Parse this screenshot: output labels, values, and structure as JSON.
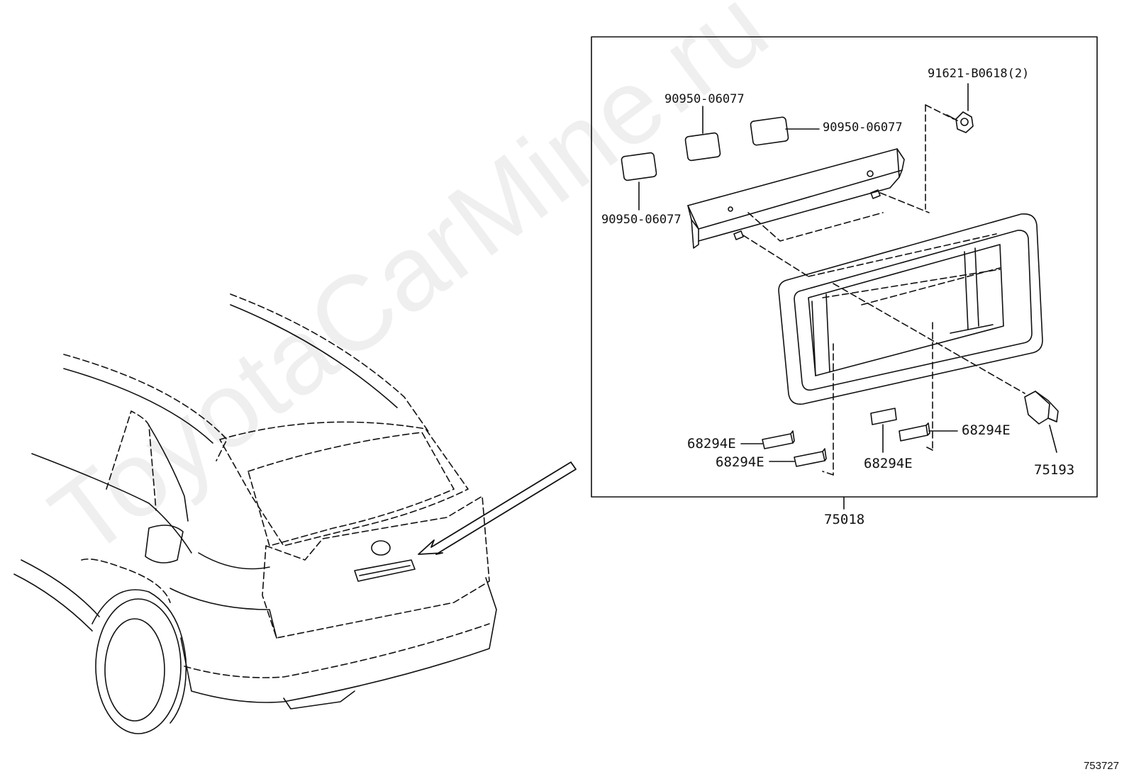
{
  "watermark": "ToyotaCarMine.ru",
  "figure_number": "753727",
  "callouts": {
    "nameplate_upper_mid": "90950-06077",
    "nameplate_upper_right": "90950-06077",
    "nameplate_left": "90950-06077",
    "screw": "91621-B0618(2)",
    "cushion_left_upper": "68294E",
    "cushion_left_lower": "68294E",
    "cushion_center": "68294E",
    "cushion_right": "68294E",
    "socket": "75193",
    "assembly": "75018"
  },
  "colors": {
    "line": "#111111",
    "background": "#ffffff"
  }
}
